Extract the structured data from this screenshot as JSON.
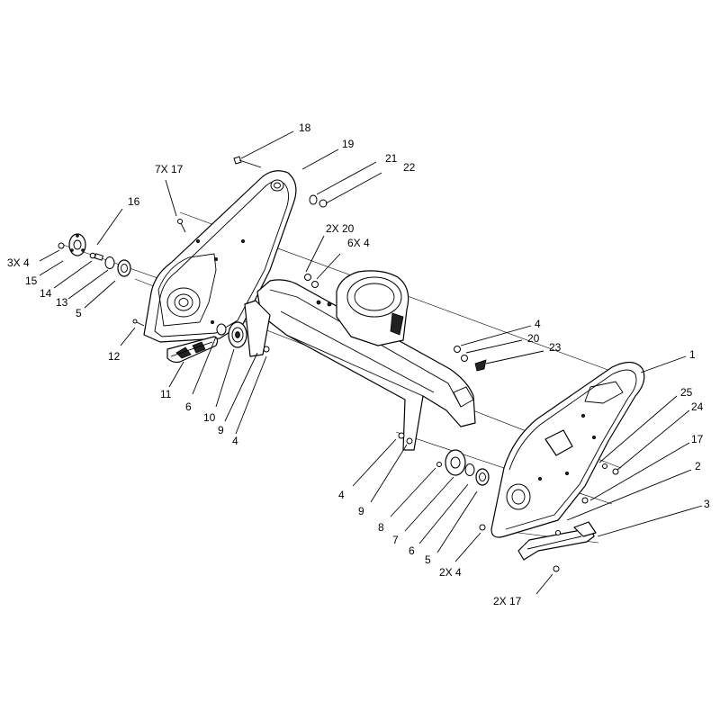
{
  "callouts": [
    {
      "id": "c18",
      "text": "18"
    },
    {
      "id": "c19",
      "text": "19"
    },
    {
      "id": "c21",
      "text": "21"
    },
    {
      "id": "c22",
      "text": "22"
    },
    {
      "id": "c7x17",
      "text": "7X 17"
    },
    {
      "id": "c16",
      "text": "16"
    },
    {
      "id": "c3x4",
      "text": "3X 4"
    },
    {
      "id": "c15",
      "text": "15"
    },
    {
      "id": "c14",
      "text": "14"
    },
    {
      "id": "c13",
      "text": "13"
    },
    {
      "id": "c5a",
      "text": "5"
    },
    {
      "id": "c12",
      "text": "12"
    },
    {
      "id": "c11",
      "text": "11"
    },
    {
      "id": "c6a",
      "text": "6"
    },
    {
      "id": "c10",
      "text": "10"
    },
    {
      "id": "c9a",
      "text": "9"
    },
    {
      "id": "c4a",
      "text": "4"
    },
    {
      "id": "c2x20",
      "text": "2X 20"
    },
    {
      "id": "c6x4",
      "text": "6X 4"
    },
    {
      "id": "c4b",
      "text": "4"
    },
    {
      "id": "c20",
      "text": "20"
    },
    {
      "id": "c23",
      "text": "23"
    },
    {
      "id": "c1",
      "text": "1"
    },
    {
      "id": "c25",
      "text": "25"
    },
    {
      "id": "c24",
      "text": "24"
    },
    {
      "id": "c17",
      "text": "17"
    },
    {
      "id": "c2",
      "text": "2"
    },
    {
      "id": "c3",
      "text": "3"
    },
    {
      "id": "c4c",
      "text": "4"
    },
    {
      "id": "c9b",
      "text": "9"
    },
    {
      "id": "c8",
      "text": "8"
    },
    {
      "id": "c7",
      "text": "7"
    },
    {
      "id": "c6b",
      "text": "6"
    },
    {
      "id": "c5b",
      "text": "5"
    },
    {
      "id": "c2x4",
      "text": "2X 4"
    },
    {
      "id": "c2x17",
      "text": "2X 17"
    }
  ]
}
